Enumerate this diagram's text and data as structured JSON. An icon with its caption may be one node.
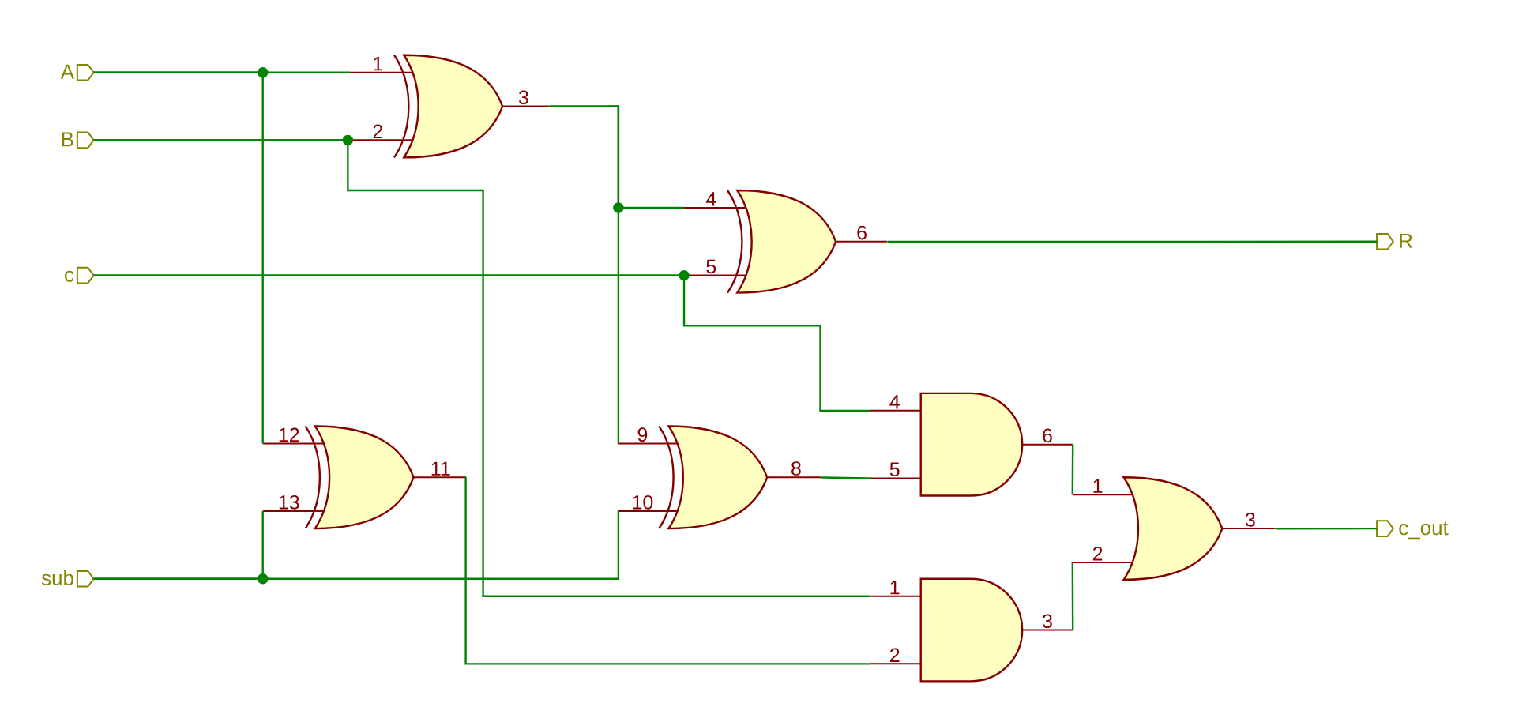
{
  "diagram": {
    "nodes": [
      {
        "text": [
          "A"
        ]
      },
      {
        "text": [
          "B"
        ]
      },
      {
        "text": [
          "c"
        ]
      },
      {
        "text": [
          "sub"
        ]
      },
      {
        "text": [],
        "shape": "xor-gate"
      },
      {
        "text": [],
        "shape": "xor-gate"
      },
      {
        "text": [],
        "shape": "xor-gate"
      },
      {
        "text": [],
        "shape": "xor-gate"
      },
      {
        "text": [],
        "shape": "and-gate"
      },
      {
        "text": [],
        "shape": "and-gate"
      },
      {
        "text": [],
        "shape": "or-gate"
      },
      {
        "text": [
          "R"
        ]
      },
      {
        "text": [
          "c_out"
        ]
      }
    ],
    "edges": [
      {
        "from": 0,
        "to": 4,
        "arrow": "none"
      },
      {
        "from": 0,
        "to": 6,
        "arrow": "none"
      },
      {
        "from": 1,
        "to": 4,
        "arrow": "none"
      },
      {
        "from": 1,
        "to": 9,
        "arrow": "none"
      },
      {
        "from": 4,
        "to": 5,
        "arrow": "none"
      },
      {
        "from": 4,
        "to": 7,
        "arrow": "none"
      },
      {
        "from": 2,
        "to": 5,
        "arrow": "none"
      },
      {
        "from": 2,
        "to": 8,
        "arrow": "none"
      },
      {
        "from": 3,
        "to": 6,
        "arrow": "none"
      },
      {
        "from": 3,
        "to": 7,
        "arrow": "none"
      },
      {
        "from": 6,
        "to": 9,
        "arrow": "none"
      },
      {
        "from": 7,
        "to": 8,
        "arrow": "none"
      },
      {
        "from": 5,
        "to": 11,
        "arrow": "none"
      },
      {
        "from": 8,
        "to": 10,
        "arrow": "none"
      },
      {
        "from": 9,
        "to": 10,
        "arrow": "none"
      },
      {
        "from": 10,
        "to": 12,
        "arrow": "none"
      }
    ],
    "labels": [
      "1",
      "2",
      "3",
      "4",
      "5",
      "6",
      "12",
      "13",
      "11",
      "9",
      "10",
      "8",
      "4",
      "5",
      "6",
      "1",
      "2",
      "3",
      "1",
      "2",
      "3"
    ]
  }
}
